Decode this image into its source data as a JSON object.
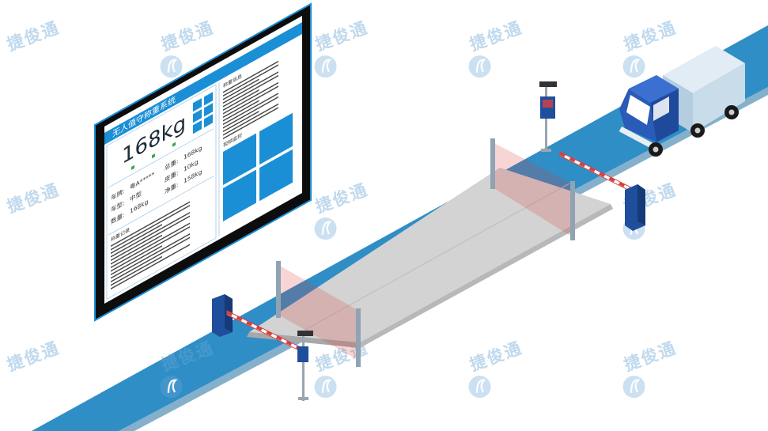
{
  "watermark": {
    "brand_text": "捷俊通",
    "color": "#6aa6d6"
  },
  "colors": {
    "road": "#2f8ec6",
    "road_dark": "#1f6fa3",
    "platform": "#d3d3d3",
    "equipment": "#1f4e9c",
    "barrier_red": "#d94040",
    "truck_cab": "#2a5bb8",
    "truck_box": "#c9dcea",
    "monitor_frame": "#0d0d0d",
    "monitor_accent": "#1b8fd6"
  },
  "monitor": {
    "title": "无人值守称重系统",
    "weight": "168kg",
    "plate_label": "车牌:",
    "plate_value": "粤A*****",
    "type_label": "车型:",
    "type_value": "中型",
    "count_label": "数量:",
    "count_value": "168kg",
    "gross_label": "总重:",
    "gross_value": "168kg",
    "tare_label": "皮重:",
    "tare_value": "10kg",
    "net_label": "净重:",
    "net_value": "158kg",
    "record_label": "称重记录",
    "right_panel_title": "称重信息",
    "right_panel_subtitle": "视频监控",
    "status_icons": [
      "light-icon",
      "light-icon",
      "light-icon"
    ]
  }
}
